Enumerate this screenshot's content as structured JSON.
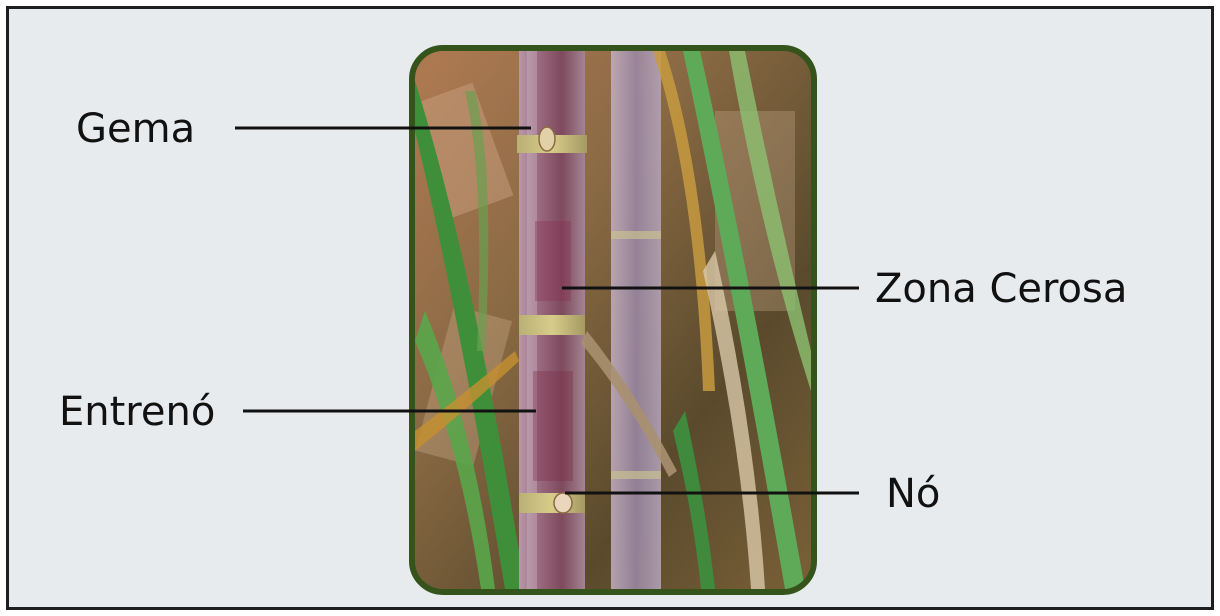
{
  "labels": {
    "gema": "Gema",
    "zona_cerosa": "Zona Cerosa",
    "entreno": "Entrenó",
    "no": "Nó"
  },
  "colors": {
    "background": "#e8ebee",
    "photo_border": "#34541c",
    "leader_line": "#111111",
    "text": "#111111"
  }
}
